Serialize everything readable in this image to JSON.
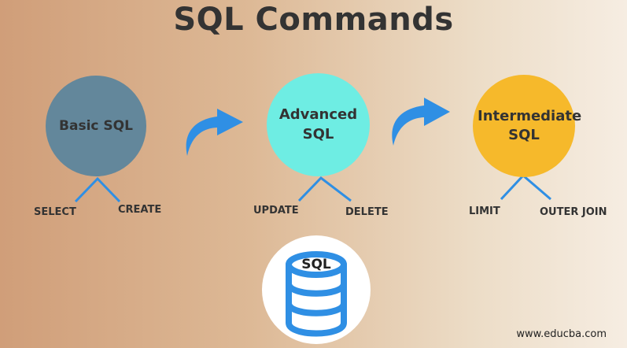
{
  "title": "SQL Commands",
  "colors": {
    "basic": "#63879b",
    "advanced": "#6eede3",
    "intermediate": "#f6b92b",
    "connector": "#2f8fe4",
    "arrow": "#2f8fe4",
    "database": "#2f8fe4"
  },
  "nodes": [
    {
      "label": "Basic SQL",
      "children": [
        "SELECT",
        "CREATE"
      ]
    },
    {
      "label": "Advanced\nSQL",
      "children": [
        "UPDATE",
        "DELETE"
      ]
    },
    {
      "label": "Intermediate\nSQL",
      "children": [
        "LIMIT",
        "OUTER JOIN"
      ]
    }
  ],
  "database": {
    "label": "SQL",
    "icon": "database-icon"
  },
  "footer": "www.educba.com"
}
